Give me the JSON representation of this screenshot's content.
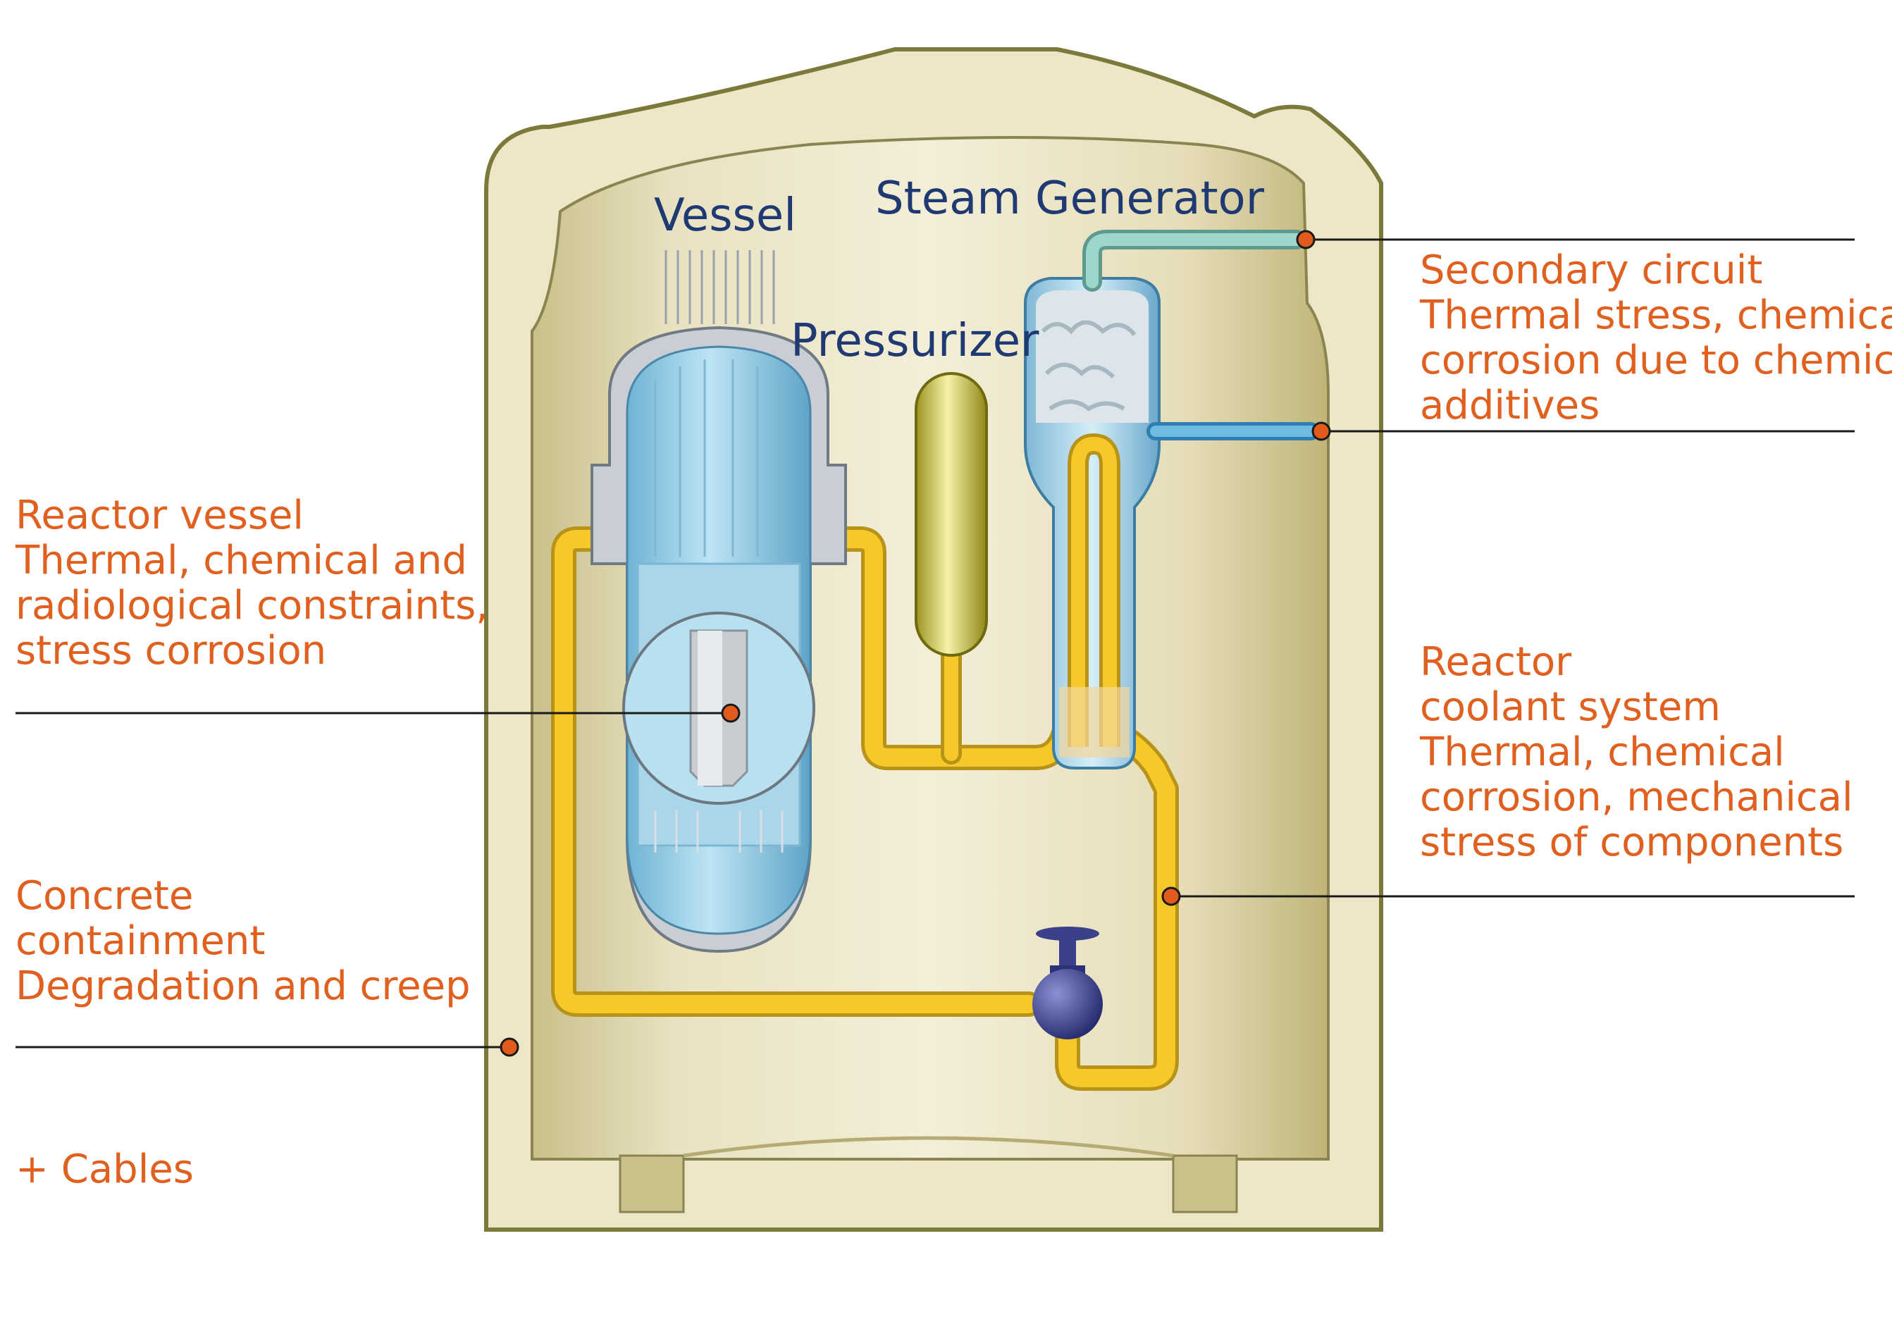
{
  "colors": {
    "accent": "#e0601f",
    "component_label": "#1f3a72",
    "containment_fill": "#efe7cf",
    "containment_stroke": "#7b7a3a",
    "coolant_pipe": "#f5c520",
    "secondary_pipe": "#8fd0c6",
    "vessel_blue": "#8dc8e3"
  },
  "components": {
    "vessel": "Vessel",
    "steam_generator": "Steam Generator",
    "pressurizer": "Pressurizer"
  },
  "annotations": {
    "reactor_vessel": {
      "title": "Reactor vessel",
      "lines": [
        "Thermal, chemical and",
        "radiological constraints,",
        "stress corrosion"
      ]
    },
    "concrete_containment": {
      "title_lines": [
        "Concrete",
        "containment"
      ],
      "lines": [
        "Degradation and creep"
      ]
    },
    "cables": {
      "title": "+ Cables"
    },
    "secondary_circuit": {
      "title": "Secondary circuit",
      "lines": [
        "Thermal stress, chemical",
        "corrosion due to chemical",
        "additives"
      ]
    },
    "reactor_coolant_system": {
      "title_lines": [
        "Reactor",
        "coolant system"
      ],
      "lines": [
        "Thermal, chemical",
        "corrosion, mechanical",
        "stress of components"
      ]
    }
  }
}
